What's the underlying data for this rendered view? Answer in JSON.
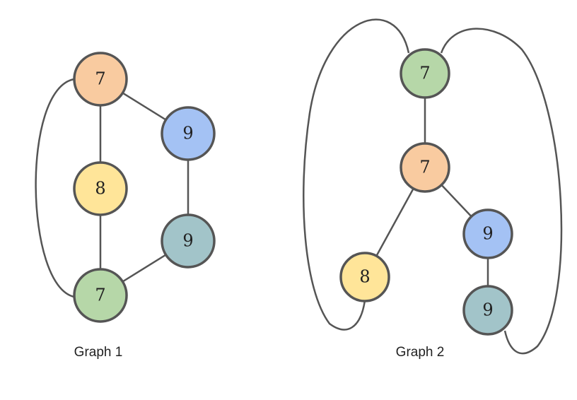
{
  "colors": {
    "orange": "#F9CBA0",
    "blue": "#A4C2F4",
    "yellow": "#FFE599",
    "teal": "#A2C4C9",
    "green": "#B6D7A8",
    "stroke": "#555555"
  },
  "graphs": [
    {
      "caption": "Graph 1",
      "nodes": [
        {
          "id": "g1-n1",
          "label": "7",
          "color": "orange"
        },
        {
          "id": "g1-n2",
          "label": "9",
          "color": "blue"
        },
        {
          "id": "g1-n3",
          "label": "8",
          "color": "yellow"
        },
        {
          "id": "g1-n4",
          "label": "9",
          "color": "teal"
        },
        {
          "id": "g1-n5",
          "label": "7",
          "color": "green"
        }
      ],
      "edges": [
        [
          "g1-n1",
          "g1-n2"
        ],
        [
          "g1-n1",
          "g1-n3"
        ],
        [
          "g1-n3",
          "g1-n5"
        ],
        [
          "g1-n2",
          "g1-n4"
        ],
        [
          "g1-n4",
          "g1-n5"
        ],
        [
          "g1-n1",
          "g1-n5"
        ]
      ]
    },
    {
      "caption": "Graph 2",
      "nodes": [
        {
          "id": "g2-n1",
          "label": "7",
          "color": "green"
        },
        {
          "id": "g2-n2",
          "label": "7",
          "color": "orange"
        },
        {
          "id": "g2-n3",
          "label": "9",
          "color": "blue"
        },
        {
          "id": "g2-n4",
          "label": "8",
          "color": "yellow"
        },
        {
          "id": "g2-n5",
          "label": "9",
          "color": "teal"
        }
      ],
      "edges": [
        [
          "g2-n1",
          "g2-n2"
        ],
        [
          "g2-n2",
          "g2-n4"
        ],
        [
          "g2-n2",
          "g2-n3"
        ],
        [
          "g2-n3",
          "g2-n5"
        ],
        [
          "g2-n1",
          "g2-n4"
        ],
        [
          "g2-n1",
          "g2-n5"
        ]
      ]
    }
  ]
}
